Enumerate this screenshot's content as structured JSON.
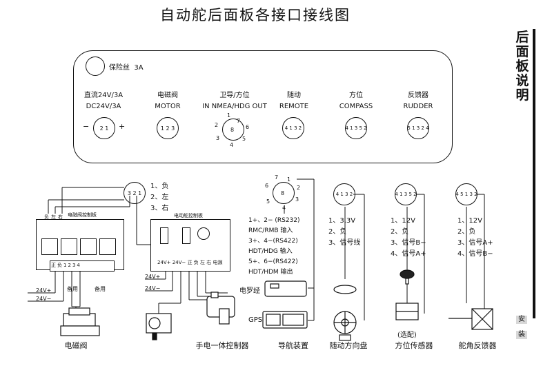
{
  "title": "自动舵后面板各接口接线图",
  "side_title": "后面板说明",
  "side_tabs": [
    "安",
    "装"
  ],
  "panel": {
    "fuse_label": "保险丝",
    "fuse_value": "3A",
    "connectors": [
      {
        "name_cn": "直流24V/3A",
        "name_en": "DC24V/3A",
        "pins": "2 1",
        "minus": "−",
        "plus": "+"
      },
      {
        "name_cn": "电磁阀",
        "name_en": "MOTOR",
        "pins": "1 2 3"
      },
      {
        "name_cn": "卫导/方位",
        "name_en": "IN NMEA/HDG OUT",
        "pins": [
          "1",
          "7",
          "2",
          "8",
          "6",
          "3",
          "5",
          "4"
        ]
      },
      {
        "name_cn": "随动",
        "name_en": "REMOTE",
        "pins": "4 1 3 2"
      },
      {
        "name_cn": "方位",
        "name_en": "COMPASS",
        "pins": "4 1 3 5 2"
      },
      {
        "name_cn": "反馈器",
        "name_en": "RUDDER",
        "pins": "5 1 3 2 4"
      }
    ]
  },
  "solenoid_connector": {
    "pins": "3 2 1",
    "list": [
      "1、负",
      "2、左",
      "3、右"
    ]
  },
  "solenoid_board": {
    "title": "电磁阀控制板",
    "top_terminals": [
      "负",
      "左",
      "右"
    ],
    "bottom_terminals": [
      "正",
      "负",
      "1",
      "2",
      "3",
      "4"
    ],
    "power": [
      "24V+",
      "24V−"
    ],
    "spare": [
      "备用",
      "备用"
    ]
  },
  "autopilot_board": {
    "title": "电动舵控制板",
    "terminals": "24V+ 24V− 正 负 左 右 电源",
    "power": [
      "24V+",
      "24V−"
    ]
  },
  "nav_connector": {
    "pins": [
      "7",
      "1",
      "6",
      "2",
      "8",
      "3",
      "5",
      "4"
    ],
    "list": [
      "1+、2− (RS232)",
      "RMC/RMB 输入",
      "3+、4−(RS422)",
      "HDT/HDG 输入",
      "5+、6−(RS422)",
      "HDT/HDM 输出"
    ],
    "compass_label": "电罗经",
    "gps_label": "GPS"
  },
  "remote_connector": {
    "pins": "4 1 3 2",
    "list": [
      "1、3.3V",
      "2、负",
      "3、信号线"
    ]
  },
  "compass_connector": {
    "pins": "4 1 3 5 2",
    "list": [
      "1、12V",
      "2、负",
      "3、信号B−",
      "4、信号A+"
    ],
    "optional": "(选配)"
  },
  "rudder_connector": {
    "pins": "4 5 1 3 2",
    "list": [
      "1、12V",
      "2、负",
      "3、信号A+",
      "4、信号B−"
    ]
  },
  "captions": [
    "电磁阀",
    "手电一体控制器",
    "导航装置",
    "随动方向盘",
    "方位传感器",
    "舵角反馈器"
  ]
}
